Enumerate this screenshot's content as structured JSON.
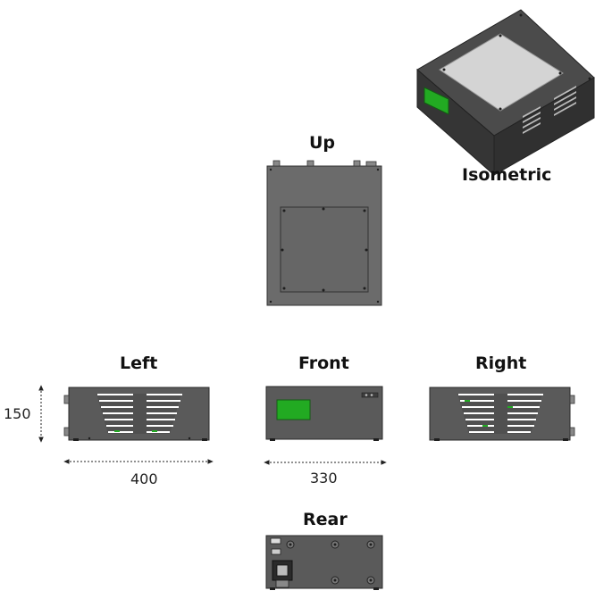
{
  "views": {
    "up": "Up",
    "isometric": "Isometric",
    "left": "Left",
    "front": "Front",
    "right": "Right",
    "rear": "Rear"
  },
  "dimensions": {
    "height": "150",
    "depth": "400",
    "width": "330"
  },
  "colors": {
    "body": "#5a5a5a",
    "body_dark": "#3a3a3a",
    "panel": "#cfcfcf",
    "display": "#22aa22",
    "vent": "#ffffff",
    "screw": "#1e1e1e"
  }
}
